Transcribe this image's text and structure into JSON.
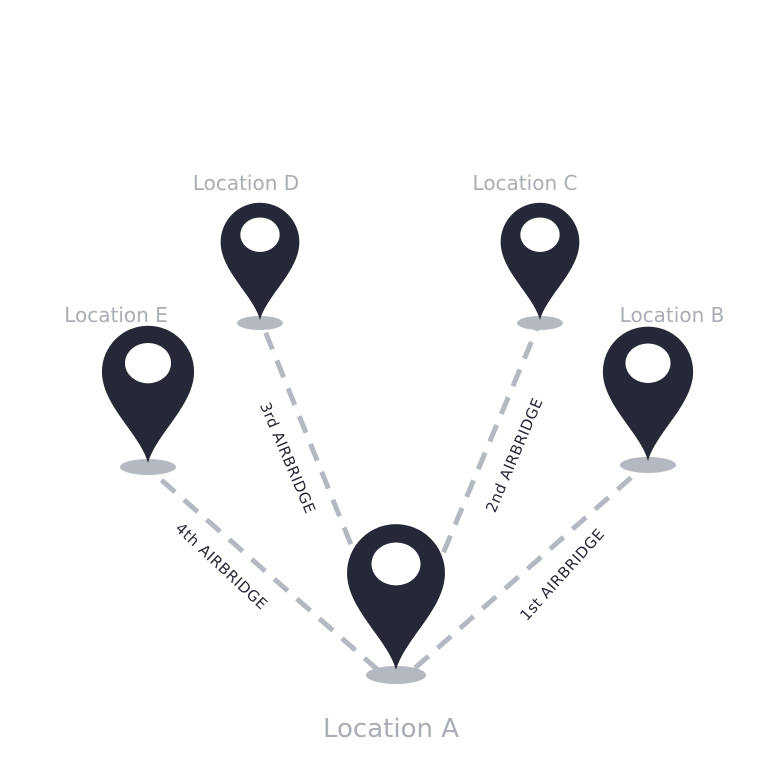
{
  "colors": {
    "pin": "#262837",
    "shadow": "#b4b8c0",
    "location_label": "#a9adb6",
    "route_label": "#262837"
  },
  "locations": {
    "a": "Location A",
    "b": "Location B",
    "c": "Location C",
    "d": "Location D",
    "e": "Location E"
  },
  "routes": {
    "first": "1st AIRBRIDGE",
    "second": "2nd AIRBRIDGE",
    "third": "3rd AIRBRIDGE",
    "fourth": "4th AIRBRIDGE"
  },
  "icons": [
    "map-pin-icon"
  ]
}
